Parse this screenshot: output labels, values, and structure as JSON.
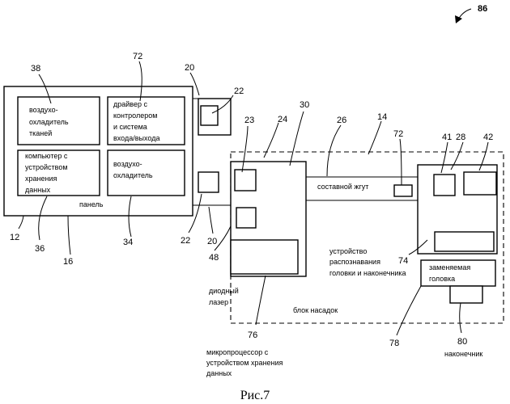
{
  "figure_number": "86",
  "caption": "Рис.7",
  "panel": {
    "label": "панель",
    "tissue_cooler": "воздухо- охладитель тканей",
    "driver": "драйвер с контролером и система входа/выхода",
    "computer": "компьютер с устройством хранения данных",
    "air_cooler": "воздухо- охладитель"
  },
  "harness_label": "составной жгут",
  "recognition_label": "устройство распознавания головки и наконечника",
  "replaceable_head_label": "заменяемая головка",
  "attachment_block_label": "блок насадок",
  "diode_laser_label": "диодный лазер",
  "microprocessor_label": "микропроцессор с устройством хранения данных",
  "tip_label": "наконечник",
  "refs": {
    "r38": "38",
    "r72a": "72",
    "r20a": "20",
    "r22a": "22",
    "r30": "30",
    "r23": "23",
    "r24": "24",
    "r26": "26",
    "r14": "14",
    "r72b": "72",
    "r41": "41",
    "r28": "28",
    "r42": "42",
    "r12": "12",
    "r36": "36",
    "r16": "16",
    "r34": "34",
    "r22b": "22",
    "r20b": "20",
    "r48": "48",
    "r74": "74",
    "r76": "76",
    "r78": "78",
    "r80": "80"
  }
}
